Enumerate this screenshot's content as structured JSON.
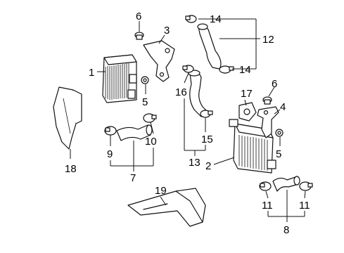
{
  "callouts": [
    {
      "id": "c1",
      "text": "1"
    },
    {
      "id": "c2",
      "text": "2"
    },
    {
      "id": "c3",
      "text": "3"
    },
    {
      "id": "c4",
      "text": "4"
    },
    {
      "id": "c5a",
      "text": "5"
    },
    {
      "id": "c5b",
      "text": "5"
    },
    {
      "id": "c6a",
      "text": "6"
    },
    {
      "id": "c6b",
      "text": "6"
    },
    {
      "id": "c7",
      "text": "7"
    },
    {
      "id": "c8",
      "text": "8"
    },
    {
      "id": "c9",
      "text": "9"
    },
    {
      "id": "c10",
      "text": "10"
    },
    {
      "id": "c11a",
      "text": "11"
    },
    {
      "id": "c11b",
      "text": "11"
    },
    {
      "id": "c12",
      "text": "12"
    },
    {
      "id": "c13",
      "text": "13"
    },
    {
      "id": "c14a",
      "text": "14"
    },
    {
      "id": "c14b",
      "text": "14"
    },
    {
      "id": "c15",
      "text": "15"
    },
    {
      "id": "c16",
      "text": "16"
    },
    {
      "id": "c17",
      "text": "17"
    },
    {
      "id": "c18",
      "text": "18"
    },
    {
      "id": "c19",
      "text": "19"
    }
  ]
}
